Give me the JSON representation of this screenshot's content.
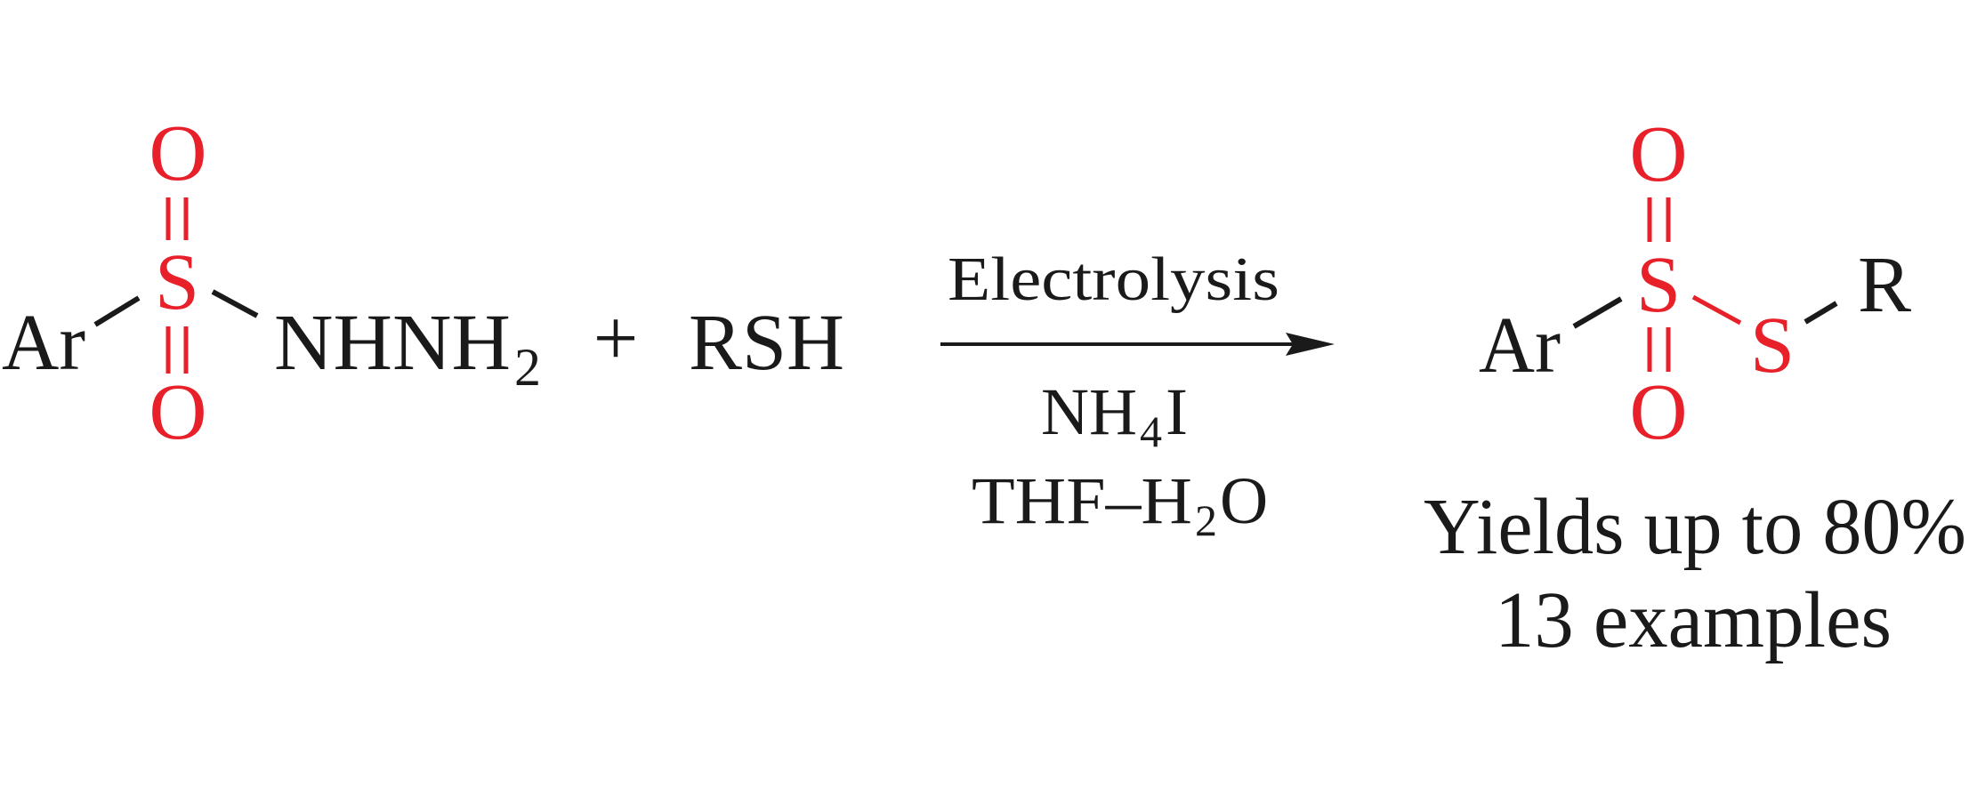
{
  "colors": {
    "heteroatom": "#e8202a",
    "text": "#1a1a1a"
  },
  "reactant1": {
    "ar": "Ar",
    "s": "S",
    "o_top": "O",
    "o_bottom": "O",
    "group": "NHNH",
    "group_sub": "2"
  },
  "plus": "+",
  "reactant2": {
    "label": "RSH"
  },
  "conditions": {
    "above": "Electrolysis",
    "reagent": "NH",
    "reagent_sub": "4",
    "reagent_end": "I",
    "solvent": "THF–H",
    "solvent_sub": "2",
    "solvent_end": "O"
  },
  "product": {
    "ar": "Ar",
    "s1": "S",
    "s2": "S",
    "r": "R",
    "o_top": "O",
    "o_bottom": "O"
  },
  "results": {
    "yield": "Yields up to 80%",
    "examples": "13 examples"
  }
}
